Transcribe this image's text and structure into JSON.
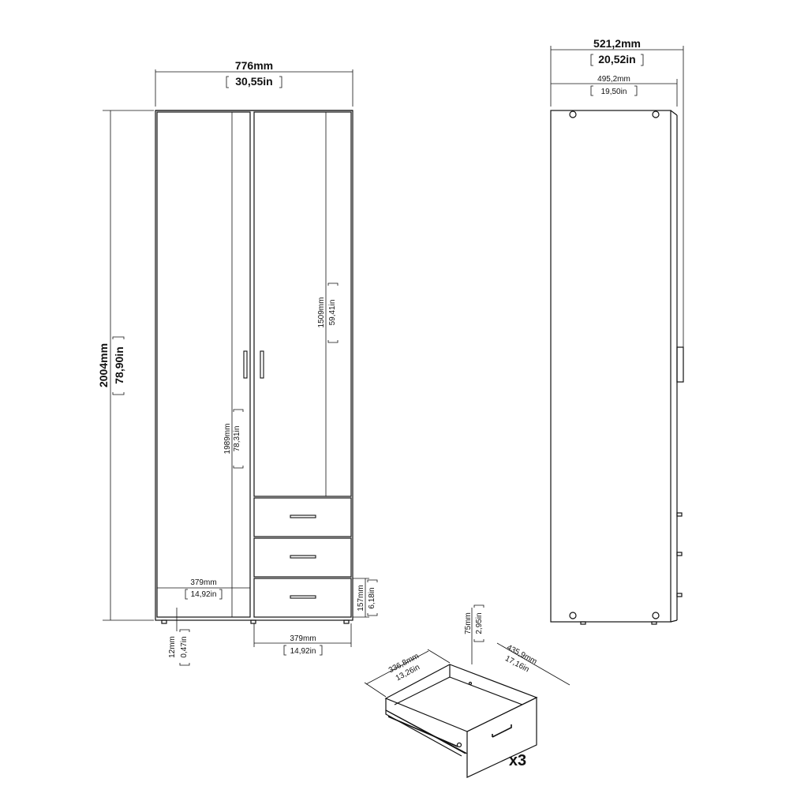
{
  "front_view": {
    "width_mm": "776mm",
    "width_in": "30,55in",
    "height_mm": "2004mm",
    "height_in": "78,90in",
    "interior_height_mm": "1989mm",
    "interior_height_in": "78,31in",
    "door_height_mm": "1509mm",
    "door_height_in": "59,41in",
    "left_width_mm": "379mm",
    "left_width_in": "14,92in",
    "drawer_height_mm": "157mm",
    "drawer_height_in": "6,18in",
    "foot_mm": "12mm",
    "foot_in": "0,47in",
    "right_width_mm": "379mm",
    "right_width_in": "14,92in"
  },
  "side_view": {
    "outer_depth_mm": "521,2mm",
    "outer_depth_in": "20,52in",
    "inner_depth_mm": "495,2mm",
    "inner_depth_in": "19,50in"
  },
  "drawer_detail": {
    "width_mm": "336,8mm",
    "width_in": "13,26in",
    "height_mm": "75mm",
    "height_in": "2,95in",
    "depth_mm": "435,9mm",
    "depth_in": "17,16in",
    "quantity": "x3"
  }
}
